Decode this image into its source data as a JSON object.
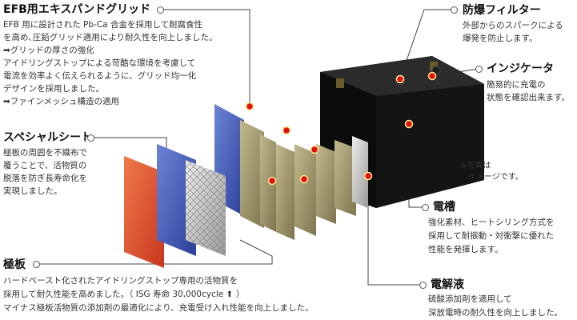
{
  "sections": {
    "efb": {
      "title": "EFB用エキスパンドグリッド",
      "lines": [
        "EFB 用に設計された Pb-Ca 合金を採用して耐腐食性",
        "を高め､圧鉛グリッド適用により耐久性を向上しました。",
        "➡グリッドの厚さの強化",
        "アイドリングストップによる苛酷な環境を考慮して",
        "電流を効率よく伝えられるように、グリッド均一化",
        "デザインを採用しました。",
        "➡ファインメッシュ構造の適用"
      ]
    },
    "special_sheet": {
      "title": "スペシャルシート",
      "lines": [
        "極板の周囲を不織布で",
        "覆うことで、活物質の",
        "脱落を防ぎ長寿命化を",
        "実現しました。"
      ]
    },
    "plate": {
      "title": "極板",
      "lines": [
        "ハードペースト化されたアイドリングストップ専用の活物質を",
        "採用して耐久性能を高めました。（ ISG 寿命 30,000cycle ⬆ ）",
        "マイナス極板活物質の添加剤の最適化により、充電受け入れ性能を向上しました。"
      ]
    },
    "explosion_filter": {
      "title": "防爆フィルター",
      "lines": [
        "外部からのスパークによる",
        "爆発を防止します。"
      ]
    },
    "indicator": {
      "title": "インジケータ",
      "lines": [
        "簡易的に充電の",
        "状態を確認出来ます。"
      ]
    },
    "container": {
      "title": "電槽",
      "lines": [
        "強化素材、ヒートシリング方式を",
        "採用して耐振動・対衝撃に優れた",
        "性能を発揮します。"
      ]
    },
    "electrolyte": {
      "title": "電解液",
      "lines": [
        "硫酸添加剤を適用して",
        "深放電時の耐久性を向上しました。"
      ]
    }
  },
  "photo_note": "※写真は\n　イメージです。",
  "colors": {
    "accent_dot": "#e11111",
    "battery_body": "#1a1a1a"
  }
}
